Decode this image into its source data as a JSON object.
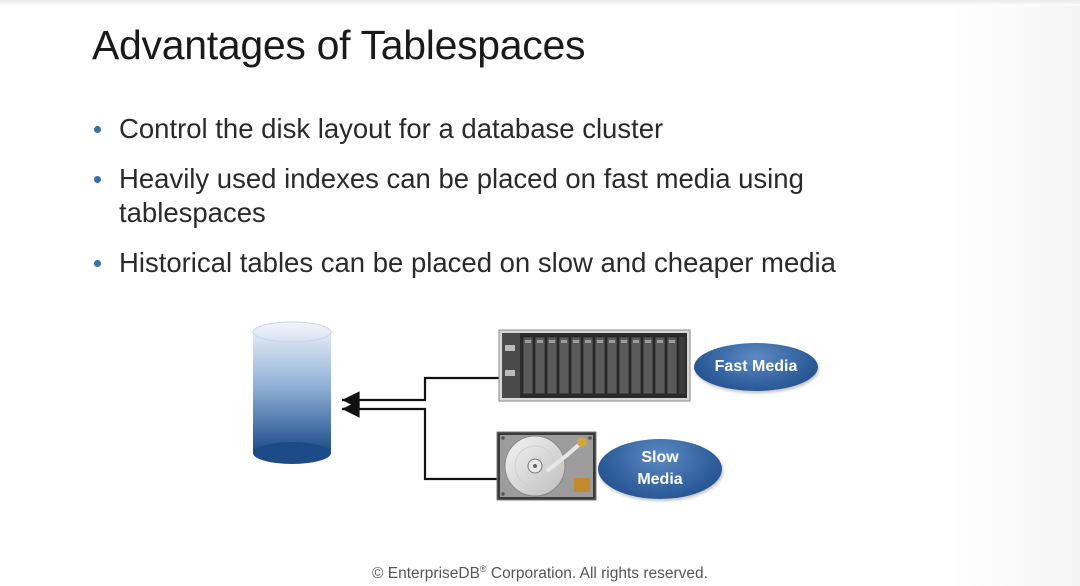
{
  "slide": {
    "title": "Advantages of Tablespaces",
    "bullets": [
      "Control the disk layout for a database cluster",
      "Heavily used indexes can be placed on fast media using tablespaces",
      "Historical tables can be placed on slow and cheaper media"
    ]
  },
  "diagram": {
    "fast_media_label": "Fast Media",
    "slow_media_label_line1": "Slow",
    "slow_media_label_line2": "Media"
  },
  "footer": {
    "copyright_prefix": "© EnterpriseDB",
    "registered_mark": "®",
    "copyright_suffix": " Corporation. All rights reserved."
  },
  "colors": {
    "bullet_dot": "#3a6ea5",
    "oval_fill": "#2f5f9c",
    "cylinder_top": "#dfe8f3",
    "cylinder_bottom": "#1f4e8c"
  }
}
